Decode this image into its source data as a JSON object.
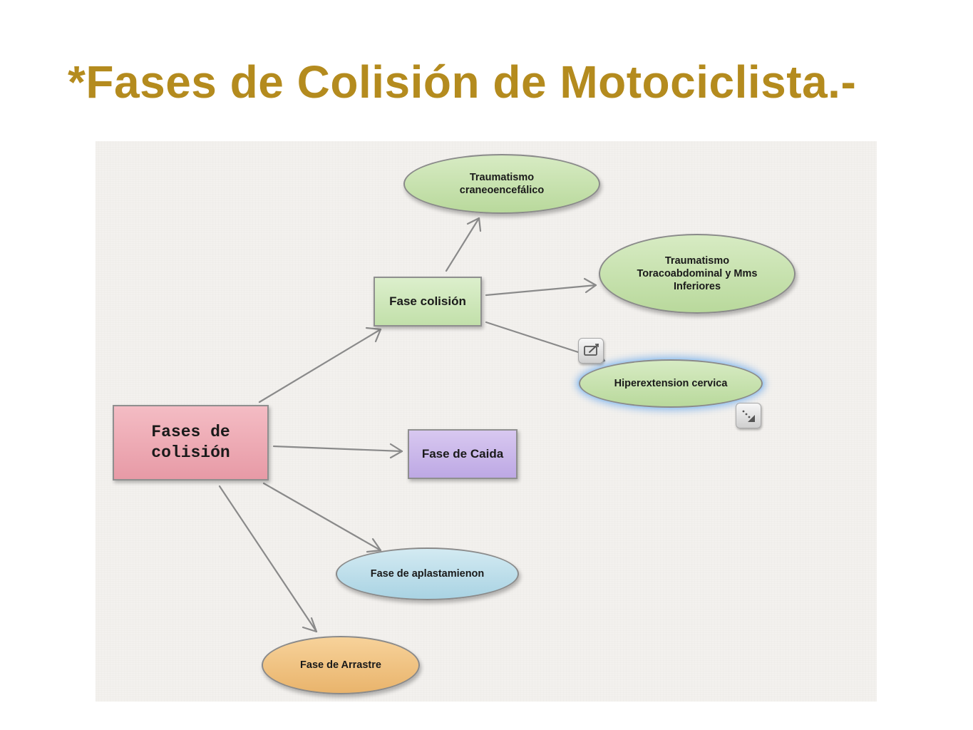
{
  "slide": {
    "title": "*Fases de Colisión de Motociclista.-"
  },
  "diagram": {
    "root": {
      "label": "Fases de colisión"
    },
    "phases": {
      "collision": {
        "label": "Fase colisión"
      },
      "fall": {
        "label": "Fase de Caida"
      },
      "crush": {
        "label": "Fase de aplastamienon"
      },
      "drag": {
        "label": "Fase de Arrastre"
      }
    },
    "injuries": {
      "head": {
        "line1": "Traumatismo",
        "line2": "craneoencefálico"
      },
      "torso": {
        "label": "Traumatismo Toracoabdominal y Mms Inferiores"
      },
      "cervical": {
        "label": "Hiperextension cervica"
      }
    }
  },
  "tools": {
    "edit": {
      "icon": "edit-node-icon"
    },
    "resize": {
      "icon": "resize-handle-icon"
    }
  },
  "colors": {
    "title": "#b48b1e",
    "root_fill": "#f0adb8",
    "collision_fill": "#cfe8bb",
    "fall_fill": "#c9b6ea",
    "injury_fill": "#c8e2b0",
    "crush_fill": "#bfe0ec",
    "drag_fill": "#f0c383",
    "selection_glow": "#8fc0ef",
    "connector": "#8a8a8a"
  }
}
